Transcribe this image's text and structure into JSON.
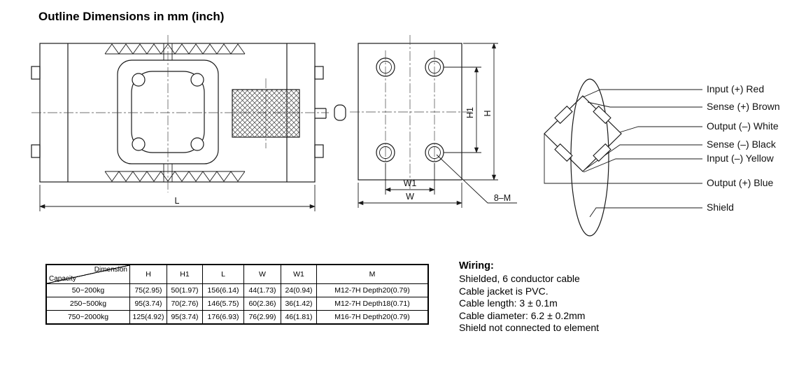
{
  "page": {
    "title": "Outline Dimensions in mm (inch)"
  },
  "drawing": {
    "dim_labels": {
      "L": "L",
      "H": "H",
      "H1": "H1",
      "W": "W",
      "W1": "W1",
      "thread_callout": "8–M"
    }
  },
  "bridge": {
    "wire_labels": [
      "Input (+) Red",
      "Sense (+) Brown",
      "Output (–) White",
      "Sense (–) Black",
      "Input (–) Yellow",
      "Output (+) Blue",
      "Shield"
    ]
  },
  "table": {
    "corner_top": "Dimension",
    "corner_bottom": "Capacity",
    "columns": [
      "H",
      "H1",
      "L",
      "W",
      "W1",
      "M"
    ],
    "rows": [
      {
        "capacity": "50~200kg",
        "values": [
          "75(2.95)",
          "50(1.97)",
          "156(6.14)",
          "44(1.73)",
          "24(0.94)",
          "M12-7H Depth20(0.79)"
        ]
      },
      {
        "capacity": "250~500kg",
        "values": [
          "95(3.74)",
          "70(2.76)",
          "146(5.75)",
          "60(2.36)",
          "36(1.42)",
          "M12-7H Depth18(0.71)"
        ]
      },
      {
        "capacity": "750~2000kg",
        "values": [
          "125(4.92)",
          "95(3.74)",
          "176(6.93)",
          "76(2.99)",
          "46(1.81)",
          "M16-7H Depth20(0.79)"
        ]
      }
    ]
  },
  "notes": {
    "heading": "Wiring:",
    "lines": [
      "Shielded, 6 conductor cable",
      "Cable jacket is PVC.",
      "Cable length: 3 ± 0.1m",
      "Cable diameter: 6.2 ± 0.2mm",
      "Shield not connected to element"
    ]
  }
}
